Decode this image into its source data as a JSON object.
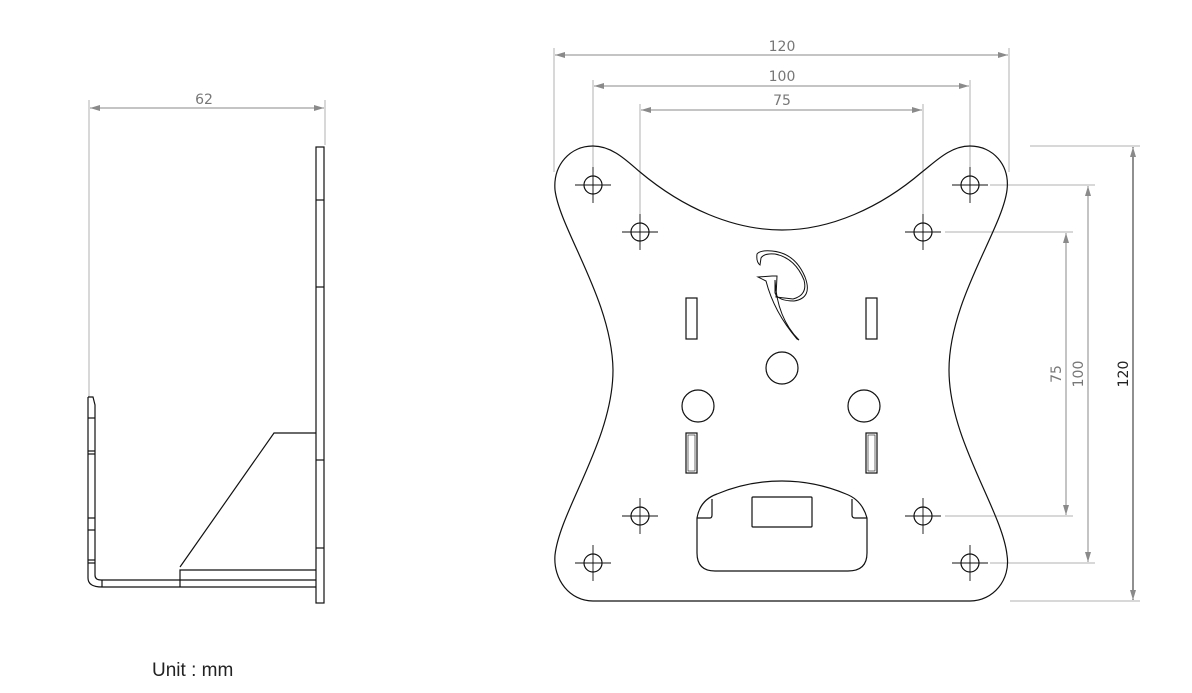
{
  "side_view": {
    "width_dim": "62"
  },
  "front_view": {
    "horizontal_dims": [
      "120",
      "100",
      "75"
    ],
    "vertical_dims": [
      "75",
      "100",
      "120"
    ],
    "logo_letter": "P"
  },
  "unit_label": "Unit :  mm"
}
